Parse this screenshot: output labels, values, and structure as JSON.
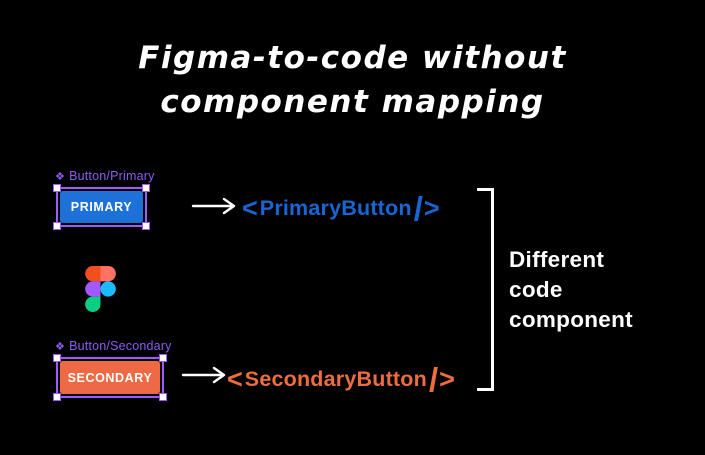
{
  "page": {
    "background_color": "#000000",
    "title_line1": "Figma-to-code without",
    "title_line2": "component mapping"
  },
  "figma_side": {
    "primary": {
      "component_icon": "❖",
      "layer_label": "Button/Primary",
      "button_label": "PRIMARY",
      "button_color": "#1E71D9",
      "selection_color": "#A259FF",
      "label_color": "#8C5CF0"
    },
    "secondary": {
      "component_icon": "❖",
      "layer_label": "Button/Secondary",
      "button_label": "SECONDARY",
      "button_color": "#EE6A44",
      "selection_color": "#A259FF",
      "label_color": "#8C5CF0"
    },
    "figma_logo": {
      "icon": "figma-logo",
      "colors": {
        "red": "#F24E1E",
        "salmon": "#FF7262",
        "purple": "#A259FF",
        "blue": "#1ABCFE",
        "green": "#0ACF83"
      }
    }
  },
  "arrows": {
    "color": "#ffffff",
    "icon": "right-arrow"
  },
  "code_side": {
    "primary": {
      "open": "<",
      "name": "PrimaryButton",
      "slash": "/",
      "close": ">",
      "color": "#1766D4"
    },
    "secondary": {
      "open": "<",
      "name": "SecondaryButton",
      "slash": "/",
      "close": ">",
      "color": "#EE6C3E"
    }
  },
  "annotation": {
    "bracket_color": "#ffffff",
    "line1": "Different",
    "line2": "code",
    "line3": "component"
  }
}
